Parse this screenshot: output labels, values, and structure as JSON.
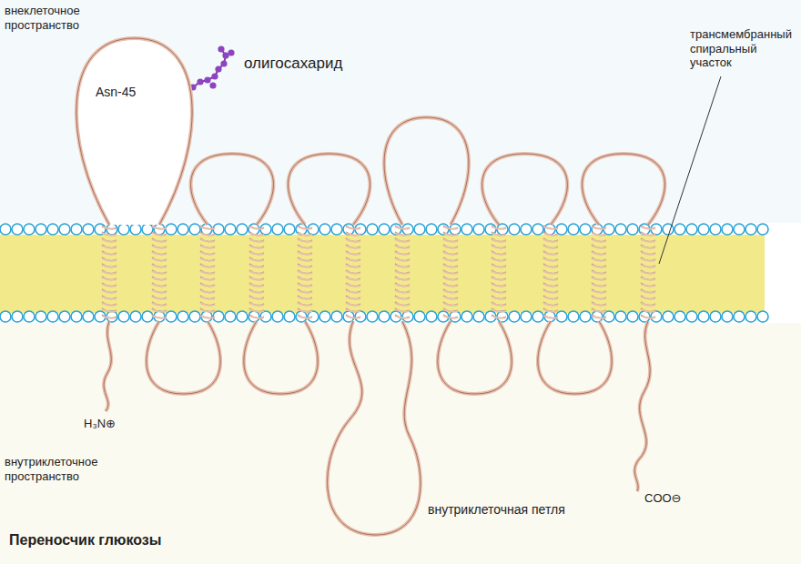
{
  "diagram": {
    "caption": "Переносчик глюкозы",
    "nodes": [
      {
        "text": [
          "Asn-45"
        ]
      }
    ],
    "edges": [],
    "labels": [
      "внеклеточное пространство",
      "олигосахарид",
      "трансмембранный спиральный участок",
      "H₃N⊕",
      "внутриклеточное пространство",
      "внутриклеточная петля",
      "COO⊖"
    ]
  }
}
